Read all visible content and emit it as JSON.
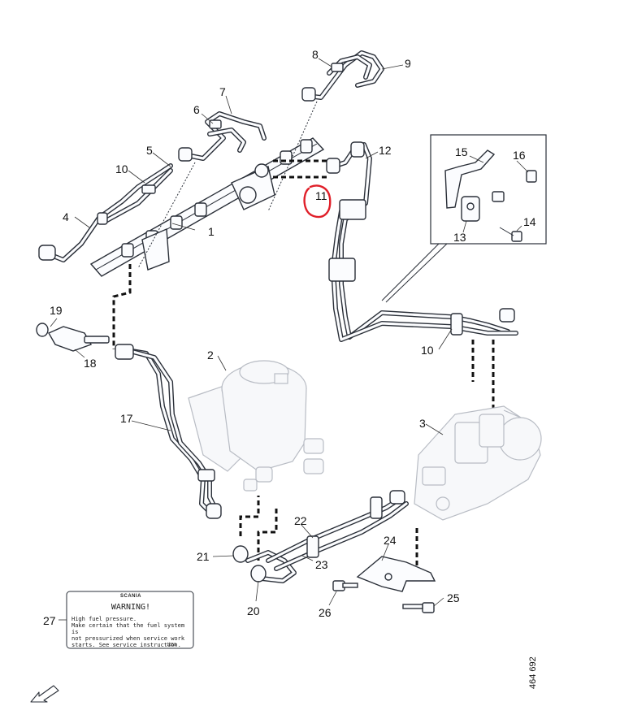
{
  "callouts": [
    "1",
    "2",
    "3",
    "4",
    "5",
    "6",
    "7",
    "8",
    "9",
    "10",
    "11",
    "12",
    "13",
    "14",
    "15",
    "16",
    "17",
    "18",
    "19",
    "20",
    "21",
    "22",
    "23",
    "24",
    "25",
    "26",
    "27",
    "10"
  ],
  "warning_label": {
    "brand": "SCANIA",
    "title": "WARNING!",
    "line1": "High fuel pressure.",
    "line2": "Make certain that the fuel system is",
    "line3": "not pressurized when service work",
    "line4": "starts. See service instruction.",
    "code": "1858"
  },
  "drawing_number": "464 692",
  "highlight": {
    "callout": "11",
    "color": "#e0202a"
  },
  "colors": {
    "line": "#2a2f38",
    "background": "#ffffff"
  },
  "icons": {
    "direction": "arrow-icon"
  }
}
